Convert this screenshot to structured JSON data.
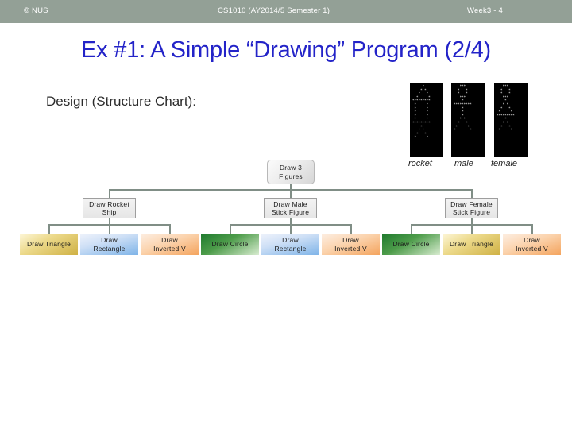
{
  "header": {
    "left": "© NUS",
    "middle": "CS1010 (AY2014/5 Semester 1)",
    "right": "Week3 - 4",
    "background_color": "#93a096",
    "text_color": "#ffffff"
  },
  "title": {
    "text": "Ex #1: A Simple “Drawing” Program (2/4)",
    "color": "#2323c8"
  },
  "design_label": "Design (Structure Chart):",
  "console_shots": [
    {
      "name": "rocket",
      "caption": "rocket",
      "art": "     *\n    * *\n   *   *\n  *     *\n*********\n *     *\n *     *\n *     *\n *     *\n *     *\n*********\n    *\n   * *\n  *   *\n *     *"
    },
    {
      "name": "male",
      "caption": "male",
      "art": "   ***\n  *   *\n  *   *\n   ***\n    *\n*********\n    *\n    *\n    *\n   * *\n  *   *\n *     *\n*       *"
    },
    {
      "name": "female",
      "caption": "female",
      "art": "   ***\n  *   *\n  *   *\n   ***\n    *\n   * *\n  *   *\n *     *\n*********\n    *\n   * *\n  *   *\n *     *"
    }
  ],
  "structure_chart": {
    "root": {
      "label": "Draw 3\nFigures",
      "line1": "Draw 3",
      "line2": "Figures"
    },
    "level2": [
      {
        "line1": "Draw Rocket",
        "line2": "Ship"
      },
      {
        "line1": "Draw Male",
        "line2": "Stick Figure"
      },
      {
        "line1": "Draw Female",
        "line2": "Stick Figure"
      }
    ],
    "level3": [
      {
        "line1": "Draw Triangle",
        "line2": "",
        "color": "gold"
      },
      {
        "line1": "Draw",
        "line2": "Rectangle",
        "color": "blue"
      },
      {
        "line1": "Draw",
        "line2": "Inverted V",
        "color": "orange"
      },
      {
        "line1": "Draw Circle",
        "line2": "",
        "color": "green"
      },
      {
        "line1": "Draw",
        "line2": "Rectangle",
        "color": "blue"
      },
      {
        "line1": "Draw",
        "line2": "Inverted V",
        "color": "orange"
      },
      {
        "line1": "Draw Circle",
        "line2": "",
        "color": "green"
      },
      {
        "line1": "Draw Triangle",
        "line2": "",
        "color": "gold"
      },
      {
        "line1": "Draw",
        "line2": "Inverted V",
        "color": "orange"
      }
    ],
    "connector_color": "#808e86"
  }
}
